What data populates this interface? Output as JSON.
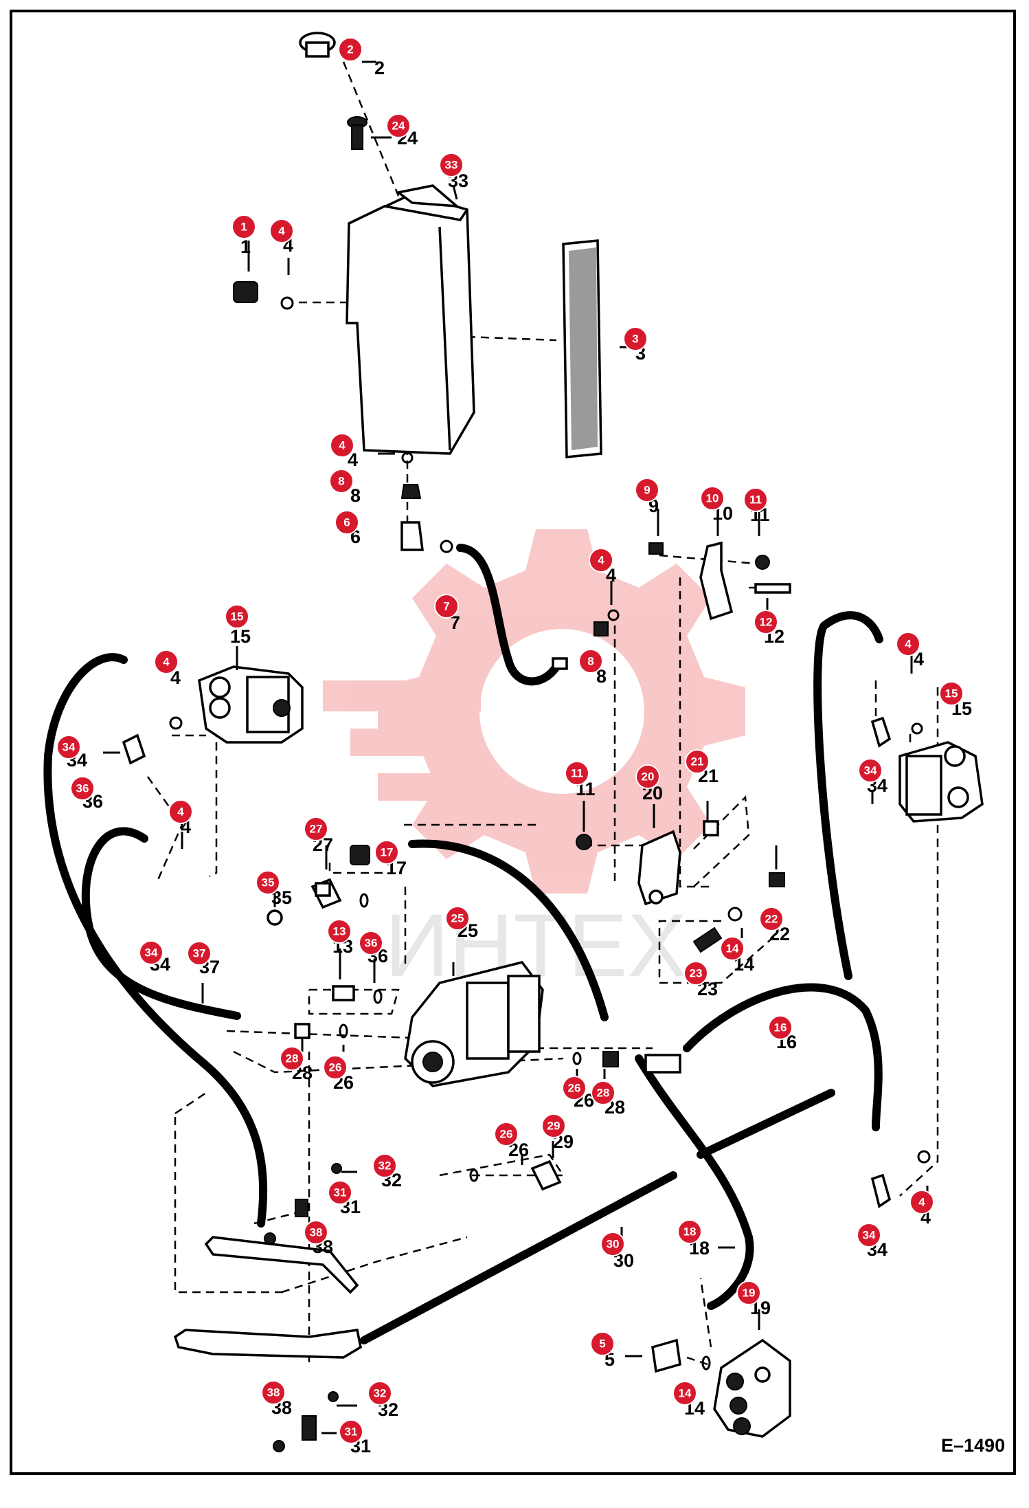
{
  "drawing_code": "E–1490",
  "watermark": {
    "text": "ИНТЕХ",
    "logo_color": "#e83a3a",
    "text_color": "#bdbdbd"
  },
  "colors": {
    "badge": "#d7192d",
    "badge_text": "#ffffff",
    "line": "#000000"
  },
  "parts": [
    {
      "id": "p2",
      "num": "2"
    },
    {
      "id": "p24",
      "num": "24"
    },
    {
      "id": "p33",
      "num": "33"
    },
    {
      "id": "p1",
      "num": "1"
    },
    {
      "id": "p4a",
      "num": "4"
    },
    {
      "id": "p3",
      "num": "3"
    },
    {
      "id": "p4b",
      "num": "4"
    },
    {
      "id": "p8a",
      "num": "8"
    },
    {
      "id": "p6",
      "num": "6"
    },
    {
      "id": "p9",
      "num": "9"
    },
    {
      "id": "p10",
      "num": "10"
    },
    {
      "id": "p11a",
      "num": "11"
    },
    {
      "id": "p4c",
      "num": "4"
    },
    {
      "id": "p7",
      "num": "7"
    },
    {
      "id": "p12",
      "num": "12"
    },
    {
      "id": "p8b",
      "num": "8"
    },
    {
      "id": "p15a",
      "num": "15"
    },
    {
      "id": "p4d",
      "num": "4"
    },
    {
      "id": "p4e",
      "num": "4"
    },
    {
      "id": "p15b",
      "num": "15"
    },
    {
      "id": "p34a",
      "num": "34"
    },
    {
      "id": "p34b",
      "num": "34"
    },
    {
      "id": "p36a",
      "num": "36"
    },
    {
      "id": "p11b",
      "num": "11"
    },
    {
      "id": "p20",
      "num": "20"
    },
    {
      "id": "p21",
      "num": "21"
    },
    {
      "id": "p4f",
      "num": "4"
    },
    {
      "id": "p27",
      "num": "27"
    },
    {
      "id": "p17",
      "num": "17"
    },
    {
      "id": "p35",
      "num": "35"
    },
    {
      "id": "p22",
      "num": "22"
    },
    {
      "id": "p13",
      "num": "13"
    },
    {
      "id": "p36b",
      "num": "36"
    },
    {
      "id": "p25",
      "num": "25"
    },
    {
      "id": "p34c",
      "num": "34"
    },
    {
      "id": "p37",
      "num": "37"
    },
    {
      "id": "p14a",
      "num": "14"
    },
    {
      "id": "p23",
      "num": "23"
    },
    {
      "id": "p16",
      "num": "16"
    },
    {
      "id": "p28a",
      "num": "28"
    },
    {
      "id": "p26a",
      "num": "26"
    },
    {
      "id": "p26b",
      "num": "26"
    },
    {
      "id": "p28b",
      "num": "28"
    },
    {
      "id": "p26c",
      "num": "26"
    },
    {
      "id": "p29",
      "num": "29"
    },
    {
      "id": "p32a",
      "num": "32"
    },
    {
      "id": "p31a",
      "num": "31"
    },
    {
      "id": "p38a",
      "num": "38"
    },
    {
      "id": "p30",
      "num": "30"
    },
    {
      "id": "p18",
      "num": "18"
    },
    {
      "id": "p4g",
      "num": "4"
    },
    {
      "id": "p34d",
      "num": "34"
    },
    {
      "id": "p19",
      "num": "19"
    },
    {
      "id": "p5",
      "num": "5"
    },
    {
      "id": "p14b",
      "num": "14"
    },
    {
      "id": "p38b",
      "num": "38"
    },
    {
      "id": "p32b",
      "num": "32"
    },
    {
      "id": "p31b",
      "num": "31"
    }
  ]
}
